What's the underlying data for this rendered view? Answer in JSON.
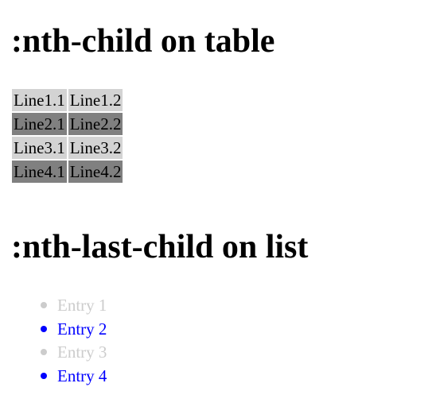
{
  "headings": {
    "table": ":nth-child on table",
    "list": ":nth-last-child on list"
  },
  "table": {
    "rows": [
      [
        "Line1.1",
        "Line1.2"
      ],
      [
        "Line2.1",
        "Line2.2"
      ],
      [
        "Line3.1",
        "Line3.2"
      ],
      [
        "Line4.1",
        "Line4.2"
      ]
    ],
    "colors": {
      "odd_row": "#d3d3d3",
      "even_row": "#808080"
    }
  },
  "list": {
    "items": [
      "Entry 1",
      "Entry 2",
      "Entry 3",
      "Entry 4"
    ],
    "colors": {
      "odd_item": "#cccccc",
      "even_item": "#0000ff"
    }
  }
}
